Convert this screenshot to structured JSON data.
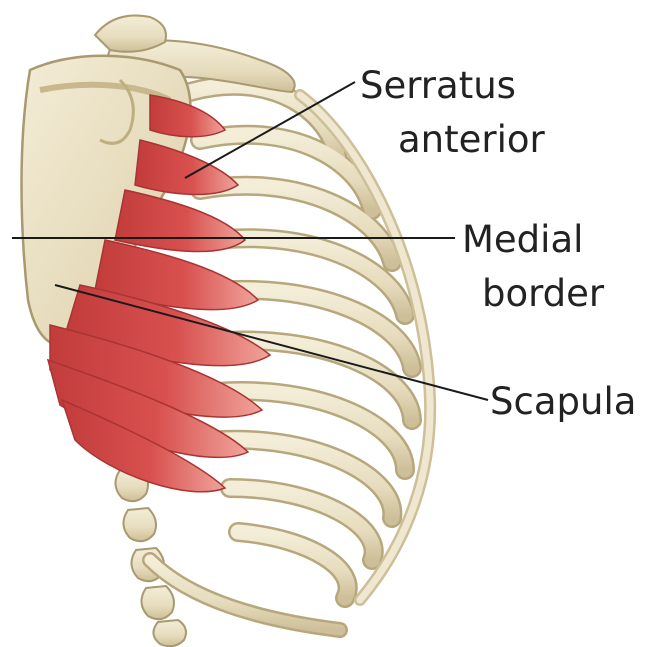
{
  "labels": {
    "serratus_line1": "Serratus",
    "serratus_line2": "anterior",
    "medial_line1": "Medial",
    "medial_line2": "border",
    "scapula": "Scapula"
  },
  "colors": {
    "bone": "#ece3c9",
    "bone_shadow": "#cdbf98",
    "bone_outline": "#a8996f",
    "muscle": "#d8514f",
    "muscle_dark": "#b83a3a",
    "muscle_light": "#ee8a84",
    "leader_line": "#1a1a1a",
    "text": "#222222"
  }
}
